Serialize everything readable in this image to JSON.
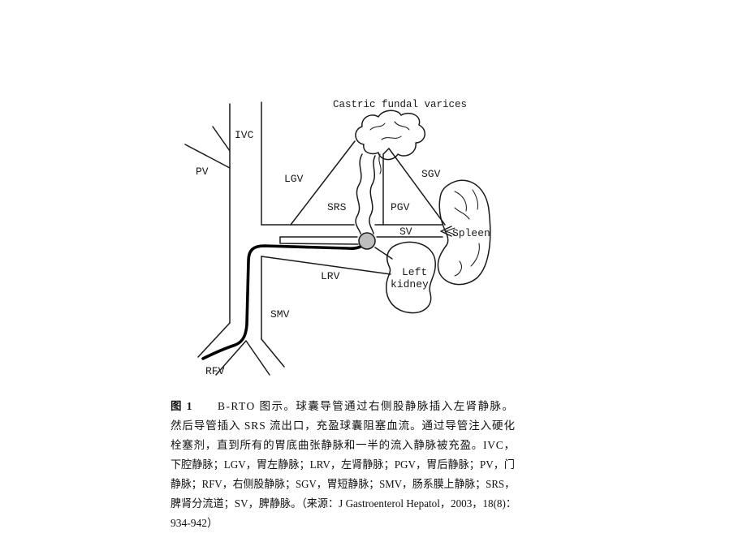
{
  "diagram": {
    "labels": {
      "varices": "Castric fundal varices",
      "ivc": "IVC",
      "pv": "PV",
      "lgv": "LGV",
      "sgv": "SGV",
      "srs": "SRS",
      "pgv": "PGV",
      "sv": "SV",
      "spleen": "Spleen",
      "lrv": "LRV",
      "left_kidney_line1": "Left",
      "left_kidney_line2": "kidney",
      "smv": "SMV",
      "rfv": "RFV"
    }
  },
  "caption": {
    "figure_label": "图 1",
    "lines": [
      "B-RTO 图示。球囊导管通过右侧股静脉插入左肾静脉。",
      "然后导管插入 SRS 流出口，充盈球囊阻塞血流。通过导管注入硬化",
      "栓塞剂，直到所有的胃底曲张静脉和一半的流入静脉被充盈。IVC，",
      "下腔静脉；LGV，胃左静脉；LRV，左肾静脉；PGV，胃后静脉；PV，门",
      "静脉；RFV，右侧股静脉；SGV，胃短静脉；SMV，肠系膜上静脉；SRS，",
      "脾肾分流道；SV，脾静脉。（来源：J Gastroenterol Hepatol，2003，18(8)：",
      "934-942）"
    ]
  },
  "colors": {
    "background": "#ffffff",
    "ink": "#1a1a1a",
    "balloon_fill": "#bdbdbd"
  }
}
